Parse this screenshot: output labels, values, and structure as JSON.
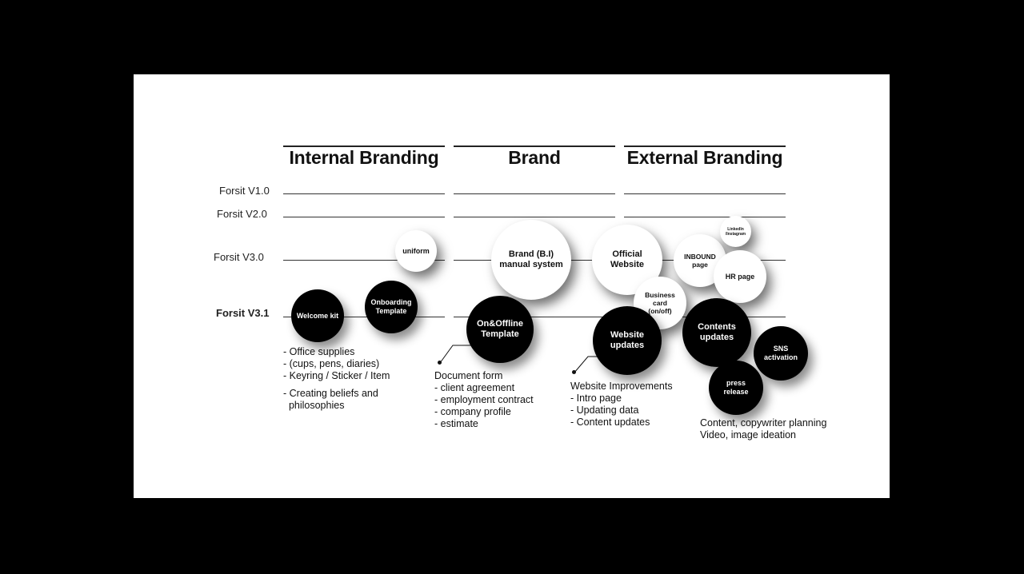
{
  "columns": {
    "internal": "Internal Branding",
    "brand": "Brand",
    "external": "External Branding"
  },
  "rows": {
    "v10": "Forsit V1.0",
    "v20": "Forsit V2.0",
    "v30": "Forsit V3.0",
    "v31": "Forsit V3.1"
  },
  "bubbles": {
    "uniform": "uniform",
    "welcome_kit": "Welcome kit",
    "onboarding_template": "Onboarding\nTemplate",
    "brand_manual": "Brand (B.I)\nmanual system",
    "on_offline_template": "On&Offline\nTemplate",
    "official_website": "Official\nWebsite",
    "business_card": "Business\ncard\n(on/off)",
    "website_updates": "Website\nupdates",
    "inbound_page": "INBOUND\npage",
    "linkedin_instagram": "LinkedIn\n/Instagram",
    "hr_page": "HR page",
    "contents_updates": "Contents\nupdates",
    "sns_activation": "SNS\nactivation",
    "press_release": "press\nrelease"
  },
  "notes": {
    "internal": [
      "- Office supplies",
      "- (cups, pens, diaries)",
      "- Keyring / Sticker / Item"
    ],
    "internal_beliefs": [
      "- Creating beliefs and",
      "  philosophies"
    ],
    "document": [
      "Document form",
      "- client agreement",
      "- employment contract",
      "- company profile",
      "- estimate"
    ],
    "website": [
      "Website Improvements",
      "- Intro page",
      "- Updating data",
      "- Content updates"
    ],
    "content": [
      "Content, copywriter planning",
      "Video, image ideation"
    ]
  },
  "colors": {
    "background": "#000000",
    "card": "#ffffff",
    "bubble_dark": "#000000",
    "bubble_light": "#ffffff"
  }
}
